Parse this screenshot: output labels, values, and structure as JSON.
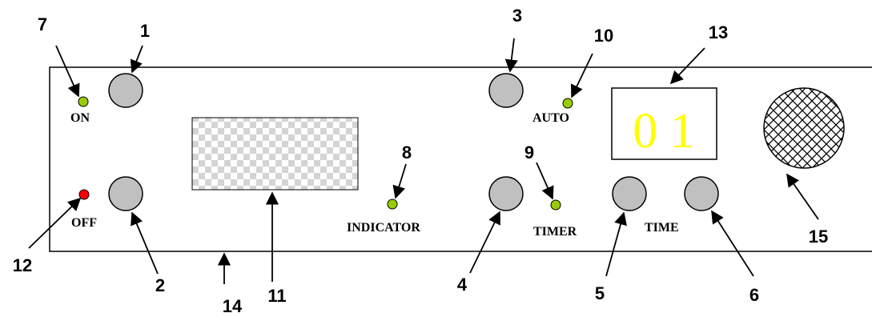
{
  "panel_labels": {
    "on": "ON",
    "off": "OFF",
    "auto": "AUTO",
    "indicator": "INDICATOR",
    "timer": "TIMER",
    "time": "TIME"
  },
  "display": {
    "digits": "0 1",
    "digit_color": "#ffff00"
  },
  "callouts": [
    "1",
    "2",
    "3",
    "4",
    "5",
    "6",
    "7",
    "8",
    "9",
    "10",
    "11",
    "12",
    "13",
    "14",
    "15"
  ],
  "colors": {
    "led_green": "#99cc00",
    "led_red": "#ff0000",
    "button_fill": "#c0c0c0",
    "line": "#000000"
  },
  "icons": {
    "led": "led-icon",
    "button": "round-button-icon",
    "screen": "checkered-screen",
    "speaker": "crosshatch-speaker-grille-icon"
  }
}
